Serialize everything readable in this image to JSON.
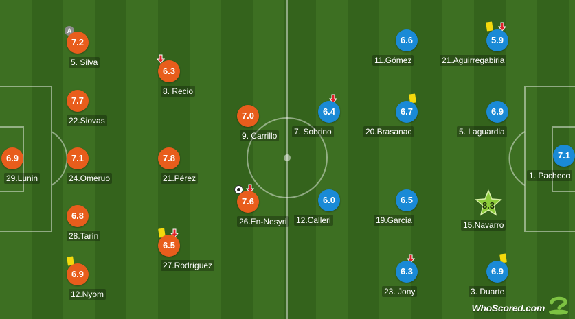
{
  "colors": {
    "home": "#e85d1c",
    "away": "#1a8ad6",
    "motm_star": "#8ccc3a"
  },
  "brand": {
    "logo_text": "WhoScored.com"
  },
  "players": [
    {
      "id": "lunin",
      "team": "home",
      "rating": "6.9",
      "label": "29.Lunin"
    },
    {
      "id": "silva",
      "team": "home",
      "rating": "7.2",
      "label": "5. Silva",
      "icons": [
        "captain-icon"
      ],
      "captain": "A"
    },
    {
      "id": "siovas",
      "team": "home",
      "rating": "7.7",
      "label": "22.Siovas"
    },
    {
      "id": "omeruo",
      "team": "home",
      "rating": "7.1",
      "label": "24.Omeruo"
    },
    {
      "id": "tarin",
      "team": "home",
      "rating": "6.8",
      "label": "28.Tarín"
    },
    {
      "id": "nyom",
      "team": "home",
      "rating": "6.9",
      "label": "12.Nyom",
      "icons": [
        "yellow-card-icon"
      ]
    },
    {
      "id": "recio",
      "team": "home",
      "rating": "6.3",
      "label": "8. Recio",
      "icons": [
        "sub-off-arrow-icon"
      ]
    },
    {
      "id": "perez",
      "team": "home",
      "rating": "7.8",
      "label": "21.Pérez"
    },
    {
      "id": "rodriguez",
      "team": "home",
      "rating": "6.5",
      "label": "27.Rodríguez",
      "icons": [
        "yellow-card-icon",
        "sub-off-arrow-icon"
      ]
    },
    {
      "id": "carrillo",
      "team": "home",
      "rating": "7.0",
      "label": "9. Carrillo"
    },
    {
      "id": "en-nesyri",
      "team": "home",
      "rating": "7.6",
      "label": "26.En-Nesyri",
      "icons": [
        "goal-ball-icon",
        "sub-off-arrow-icon"
      ]
    },
    {
      "id": "sobrino",
      "team": "away",
      "rating": "6.4",
      "label": "7. Sobrino",
      "icons": [
        "sub-off-arrow-icon"
      ]
    },
    {
      "id": "calleri",
      "team": "away",
      "rating": "6.0",
      "label": "12.Calleri"
    },
    {
      "id": "gomez",
      "team": "away",
      "rating": "6.6",
      "label": "11.Gómez"
    },
    {
      "id": "brasanac",
      "team": "away",
      "rating": "6.7",
      "label": "20.Brasanac",
      "icons": [
        "yellow-card-icon"
      ]
    },
    {
      "id": "garcia",
      "team": "away",
      "rating": "6.5",
      "label": "19.García"
    },
    {
      "id": "jony",
      "team": "away",
      "rating": "6.3",
      "label": "23. Jony",
      "icons": [
        "sub-off-arrow-icon"
      ]
    },
    {
      "id": "aguirregabiria",
      "team": "away",
      "rating": "5.9",
      "label": "21.Aguirregabiria",
      "icons": [
        "yellow-card-icon",
        "sub-off-arrow-icon"
      ]
    },
    {
      "id": "laguardia",
      "team": "away",
      "rating": "6.9",
      "label": "5. Laguardia"
    },
    {
      "id": "navarro",
      "team": "away",
      "rating": "8.3",
      "label": "15.Navarro",
      "motm": true
    },
    {
      "id": "duarte",
      "team": "away",
      "rating": "6.9",
      "label": "3. Duarte",
      "icons": [
        "yellow-card-icon"
      ]
    },
    {
      "id": "pacheco",
      "team": "away",
      "rating": "7.1",
      "label": "1. Pacheco"
    }
  ]
}
